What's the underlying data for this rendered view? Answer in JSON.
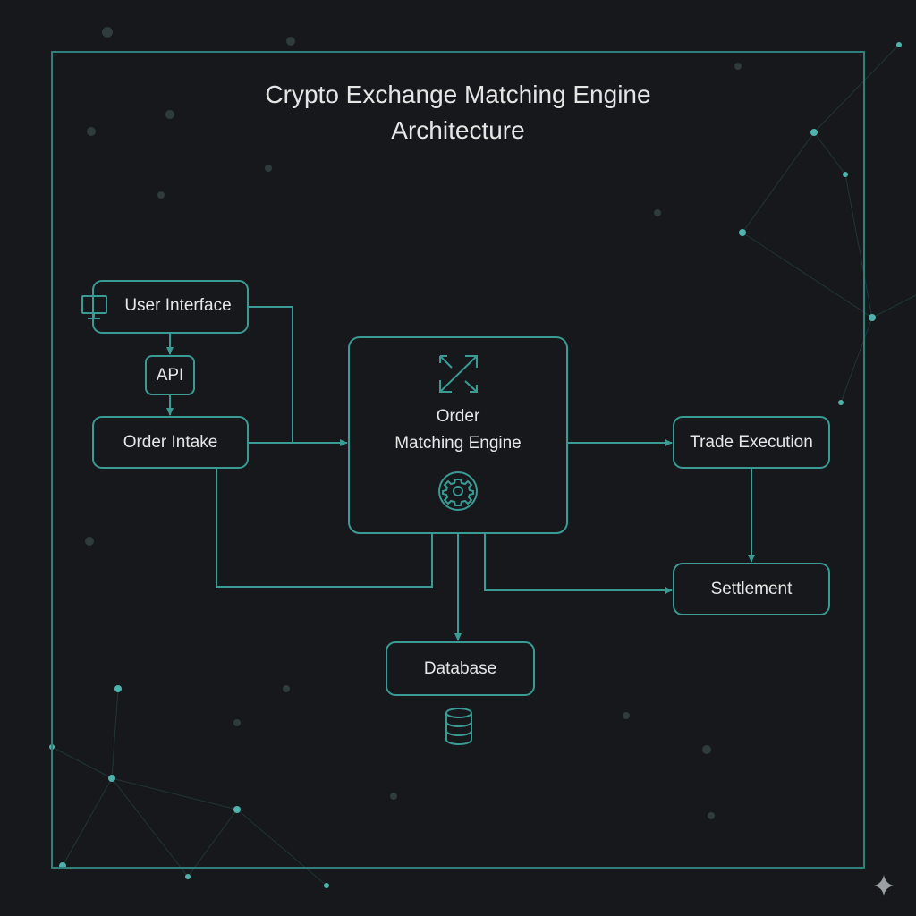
{
  "diagram": {
    "title_line1": "Crypto Exchange Matching Engine",
    "title_line2": "Architecture",
    "nodes": {
      "user_interface": "User Interface",
      "api": "API",
      "order_intake": "Order Intake",
      "engine_line1": "Order",
      "engine_line2": "Matching Engine",
      "trade_execution": "Trade Execution",
      "settlement": "Settlement",
      "database": "Database"
    },
    "colors": {
      "accent": "#3a9a94",
      "background": "#16181b",
      "text": "#e6e8e8"
    }
  }
}
